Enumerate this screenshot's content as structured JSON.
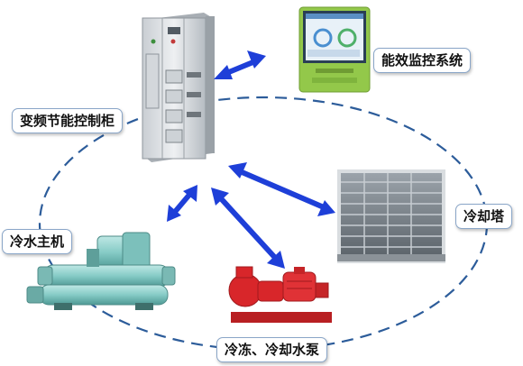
{
  "labels": {
    "vfd_cabinet": "变频节能控制柜",
    "monitor_system": "能效监控系统",
    "cooling_tower": "冷却塔",
    "chiller": "冷水主机",
    "pumps": "冷冻、冷却水泵"
  },
  "colors": {
    "loop": "#2c5c9a",
    "arrow": "#1e3fd8",
    "label_border": "#8aa6c8",
    "monitor_green": "#93c84a",
    "pump_red": "#d8262a",
    "chiller_teal": "#8fd1cd"
  },
  "icons": {
    "vfd_cabinet": "electrical-cabinet-icon",
    "monitor_system": "touchscreen-monitor-icon",
    "cooling_tower": "cooling-tower-icon",
    "chiller": "water-chiller-icon",
    "pumps": "water-pump-icon"
  }
}
